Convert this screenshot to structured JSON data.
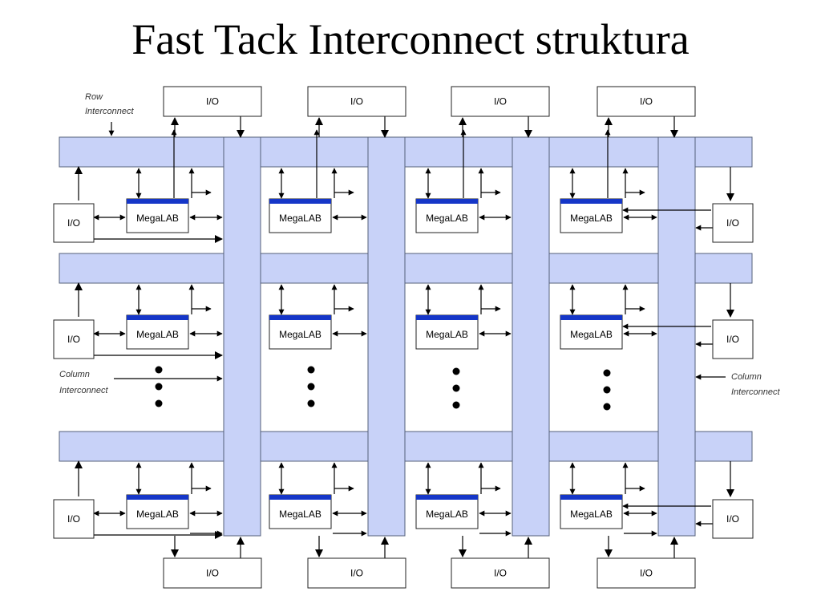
{
  "title": "Fast Tack Interconnect struktura",
  "labels": {
    "io": "I/O",
    "megalab": "MegaLAB",
    "row_interconnect": [
      "Row",
      "Interconnect"
    ],
    "column_interconnect_left": [
      "Column",
      "Interconnect"
    ],
    "column_interconnect_right": [
      "Column",
      "Interconnect"
    ]
  },
  "colors": {
    "bus_fill": "#c8d2f8",
    "bus_stroke": "#55607a",
    "megalab_bar": "#1536c8",
    "line": "#000000"
  }
}
